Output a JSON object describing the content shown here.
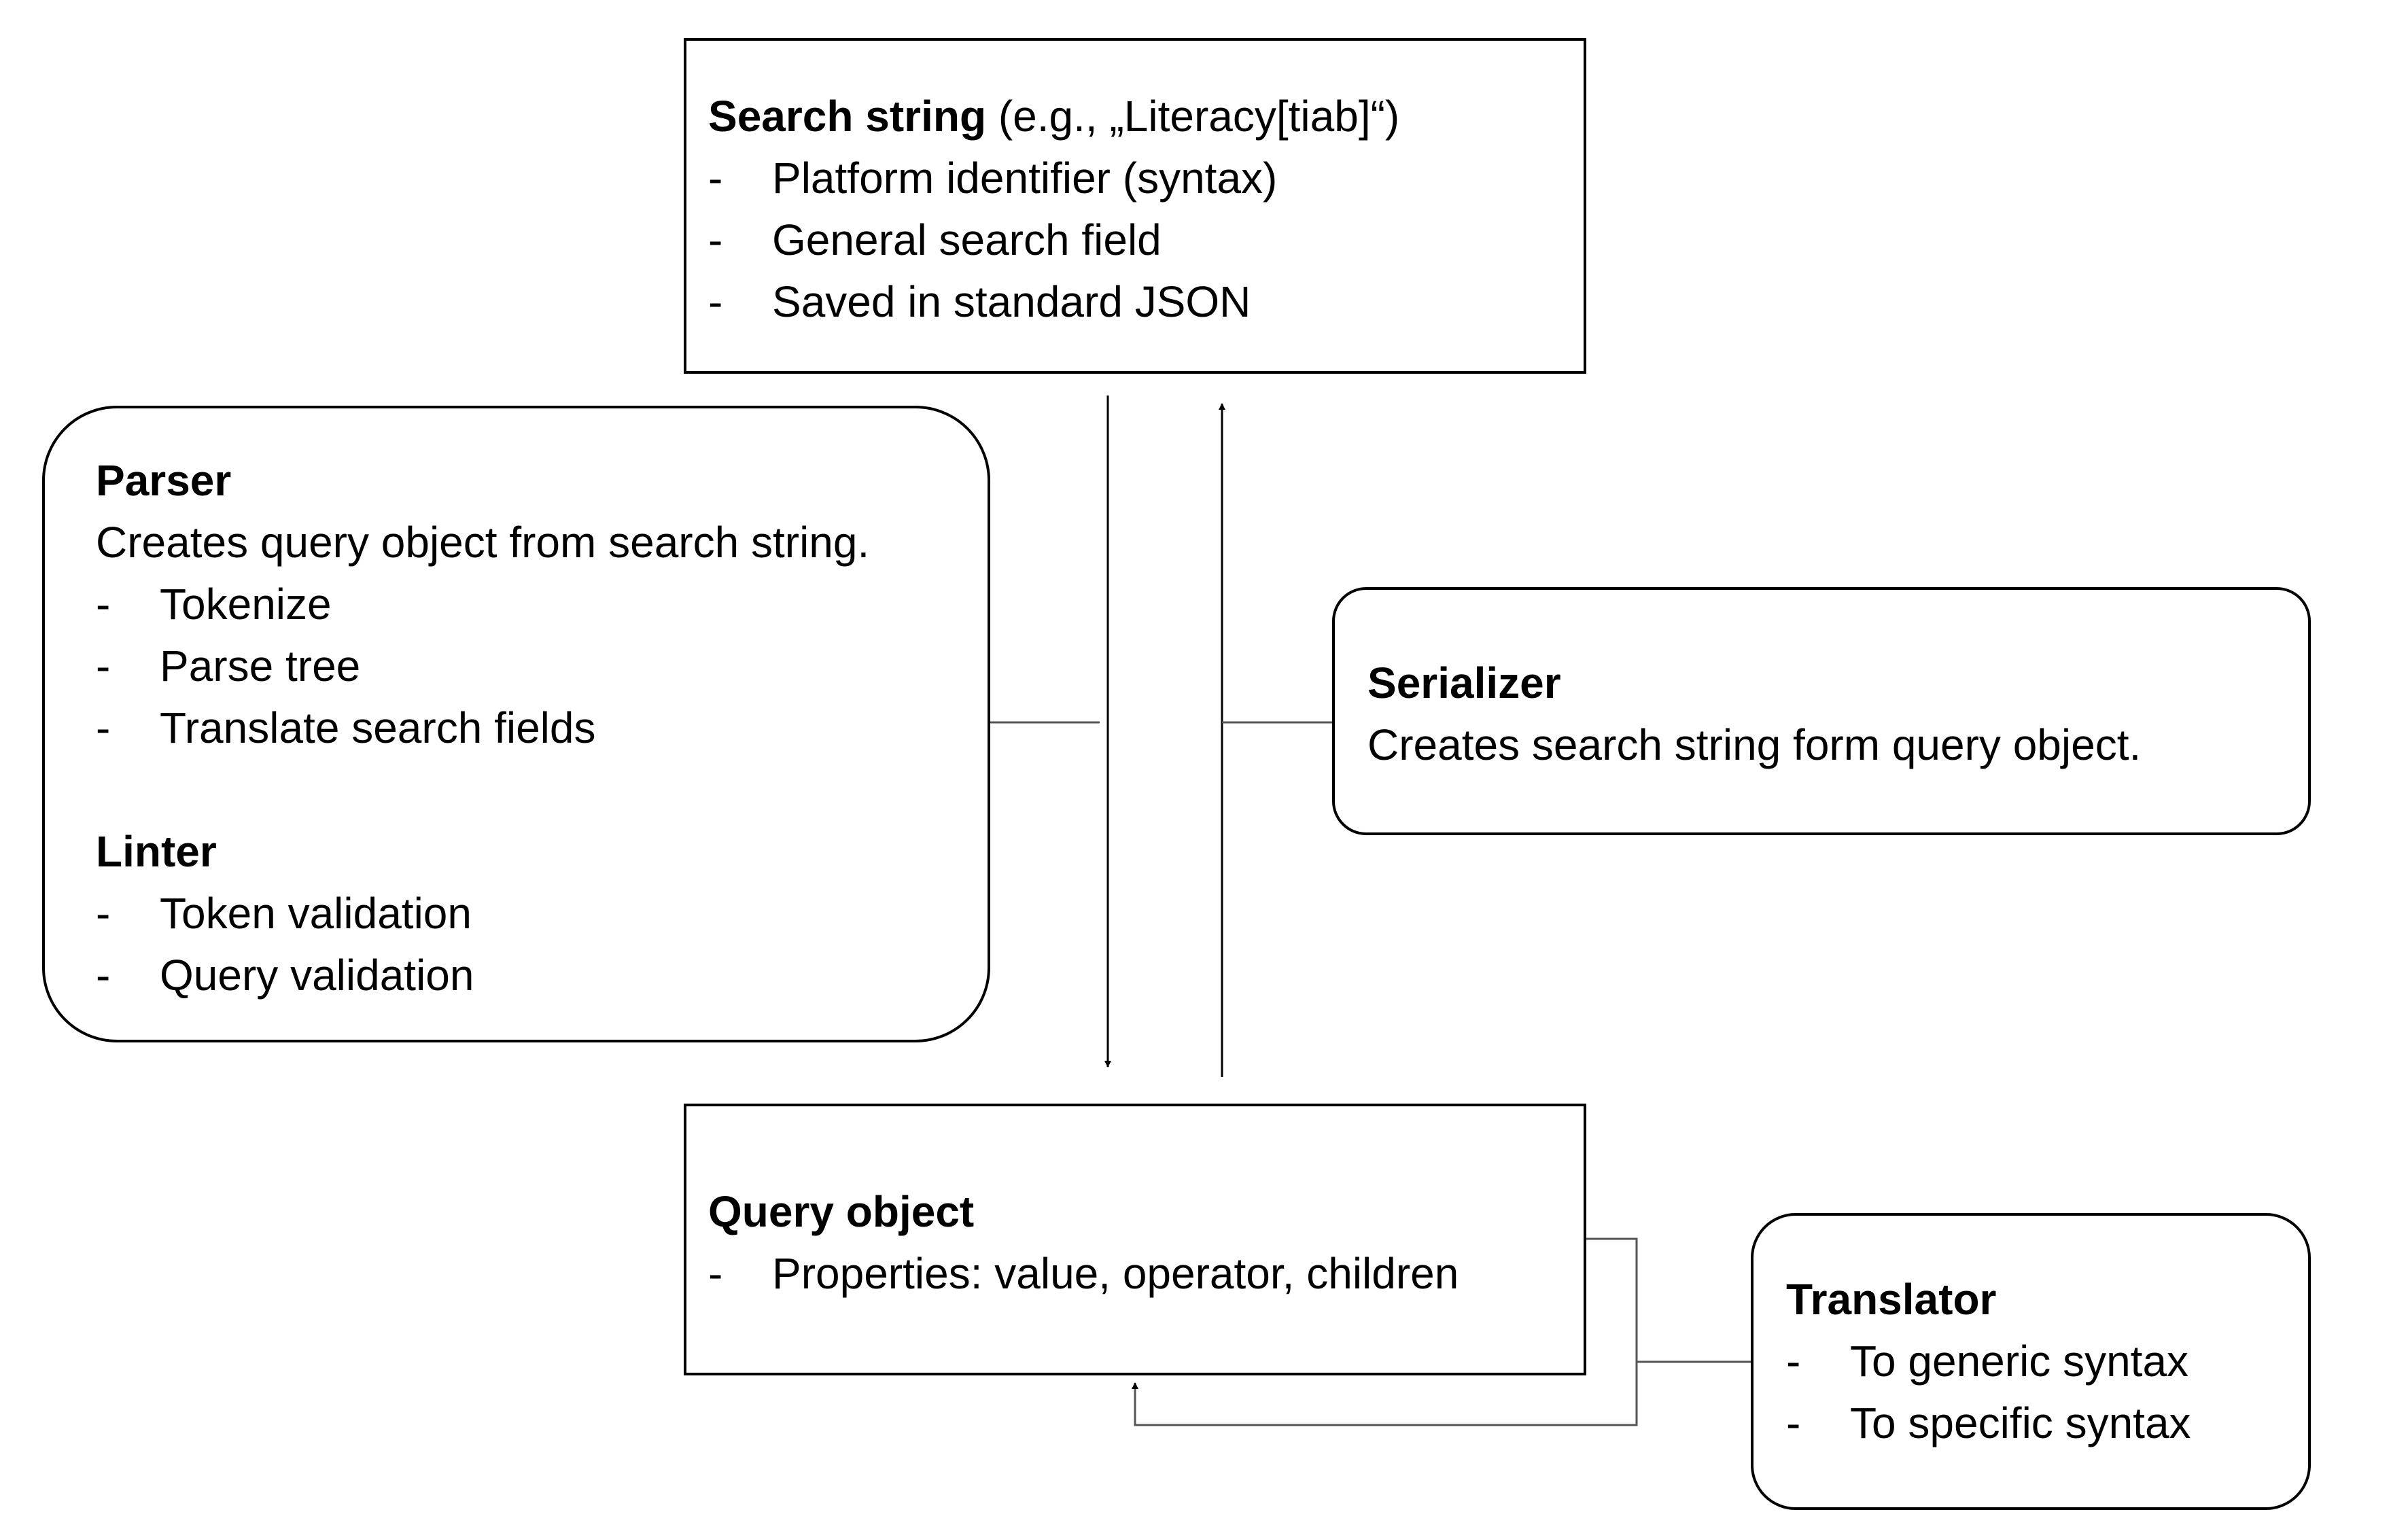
{
  "search_string": {
    "title": "Search string",
    "subtitle": " (e.g., „Literacy[tiab]“)",
    "items": [
      "Platform identifier (syntax)",
      "General search field",
      "Saved in standard JSON"
    ]
  },
  "parser": {
    "title": "Parser",
    "description": "Creates query object from search string.",
    "items": [
      "Tokenize",
      "Parse tree",
      "Translate search fields"
    ]
  },
  "linter": {
    "title": "Linter",
    "items": [
      "Token validation",
      "Query validation"
    ]
  },
  "serializer": {
    "title": "Serializer",
    "description": "Creates search string form query object."
  },
  "query_object": {
    "title": "Query object",
    "items": [
      "Properties: value, operator, children"
    ]
  },
  "translator": {
    "title": "Translator",
    "items": [
      "To generic syntax",
      "To specific syntax"
    ]
  },
  "bullet_symbol": "-"
}
